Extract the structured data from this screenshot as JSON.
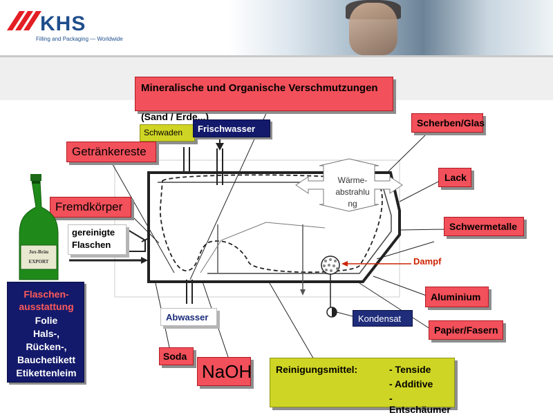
{
  "header": {
    "logo": "KHS",
    "tagline": "Filling and Packaging — Worldwide"
  },
  "labels": {
    "mineral": "Mineralische und Organische Verschmutzungen",
    "mineral2": "(Sand / Erde...)",
    "schwaden": "Schwaden",
    "frischwasser": "Frischwasser",
    "getraenkereste": "Getränkereste",
    "fremdkoerper": "Fremdkörper",
    "gereinigte": "gereinigte",
    "flaschen": "Flaschen",
    "waerme1": "Wärme-",
    "waerme2": "abstrahlu",
    "waerme3": "ng",
    "scherben": "Scherben/Glas",
    "lack": "Lack",
    "schwermetalle": "Schwermetalle",
    "dampf": "Dampf",
    "aluminium": "Aluminium",
    "kondensat": "Kondensat",
    "abwasser": "Abwasser",
    "papier": "Papier/Fasern",
    "soda": "Soda",
    "naoh": "NaOH",
    "reinigungsmittel": "Reinigungsmittel:",
    "tenside": "- Tenside",
    "additive": "- Additive",
    "entschaeumer": "- Entschäumer",
    "ausstattung": [
      "Flaschen-",
      "ausstattung",
      "Folie",
      "Hals-,",
      "Rücken-,",
      "Bauchetikett",
      "Etikettenleim"
    ],
    "bottle_label1": "Jux-Bräu",
    "bottle_label2": "EXPORT"
  },
  "colors": {
    "red_box": "#f2505a",
    "yellow_box": "#cfd524",
    "navy_box": "#131a6b",
    "dampf": "#cc2200",
    "logo_blue": "#1f4e8c"
  }
}
